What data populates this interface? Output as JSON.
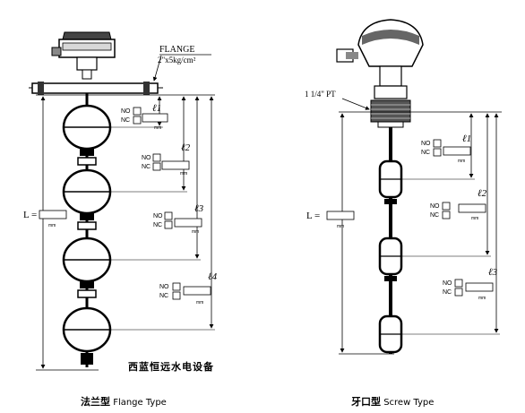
{
  "flange": {
    "flange_label": "FLANGE",
    "pressure_label": "2\"x5kg/cm²",
    "length_label": "L =",
    "unit": "mm",
    "switch_no": "NO",
    "switch_nc": "NC",
    "levels": [
      "ℓ1",
      "ℓ2",
      "ℓ3",
      "ℓ4"
    ],
    "caption_cn": "法兰型",
    "caption_en": "Flange Type"
  },
  "screw": {
    "thread_label": "1 1/4\" PT",
    "length_label": "L =",
    "unit": "mm",
    "switch_no": "NO",
    "switch_nc": "NC",
    "levels": [
      "ℓ1",
      "ℓ2",
      "ℓ3"
    ],
    "caption_cn": "牙口型",
    "caption_en": "Screw Type"
  },
  "watermark": "西蓝恒远水电设备"
}
